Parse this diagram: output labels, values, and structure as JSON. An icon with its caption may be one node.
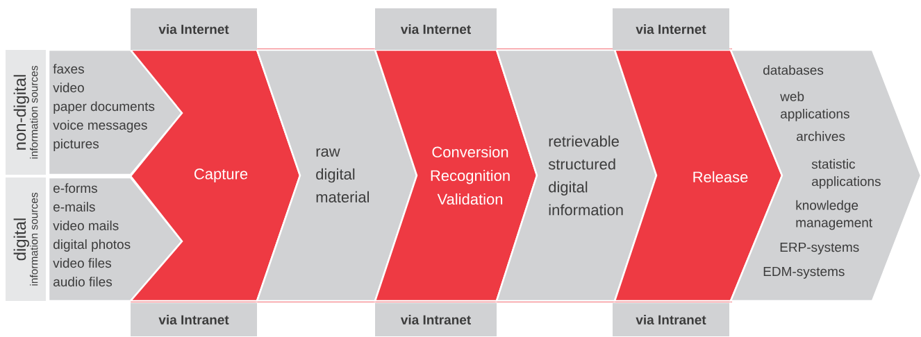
{
  "diagram": {
    "nodes": [
      {
        "text": [
          "non-digital",
          "information sources"
        ]
      },
      {
        "text": [
          "faxes",
          "video",
          "paper documents",
          "voice messages",
          "pictures"
        ]
      },
      {
        "text": [
          "digital",
          "information sources"
        ]
      },
      {
        "text": [
          "e-forms",
          "e-mails",
          "video mails",
          "digital photos",
          "video files",
          "audio files"
        ]
      },
      {
        "text": [
          "Capture"
        ]
      },
      {
        "text": [
          "raw digital material"
        ]
      },
      {
        "text": [
          "Conversion",
          "Recognition",
          "Validation"
        ]
      },
      {
        "text": [
          "retrievable structured digital information"
        ]
      },
      {
        "text": [
          "Release"
        ]
      },
      {
        "text": [
          "databases",
          "web applications",
          "archives",
          "statistic applications",
          "knowledge management",
          "ERP-systems",
          "EDM-systems"
        ]
      },
      {
        "text": [
          "via Internet"
        ]
      },
      {
        "text": [
          "via Internet"
        ]
      },
      {
        "text": [
          "via Internet"
        ]
      },
      {
        "text": [
          "via Intranet"
        ]
      },
      {
        "text": [
          "via Intranet"
        ]
      },
      {
        "text": [
          "via Intranet"
        ]
      }
    ]
  }
}
